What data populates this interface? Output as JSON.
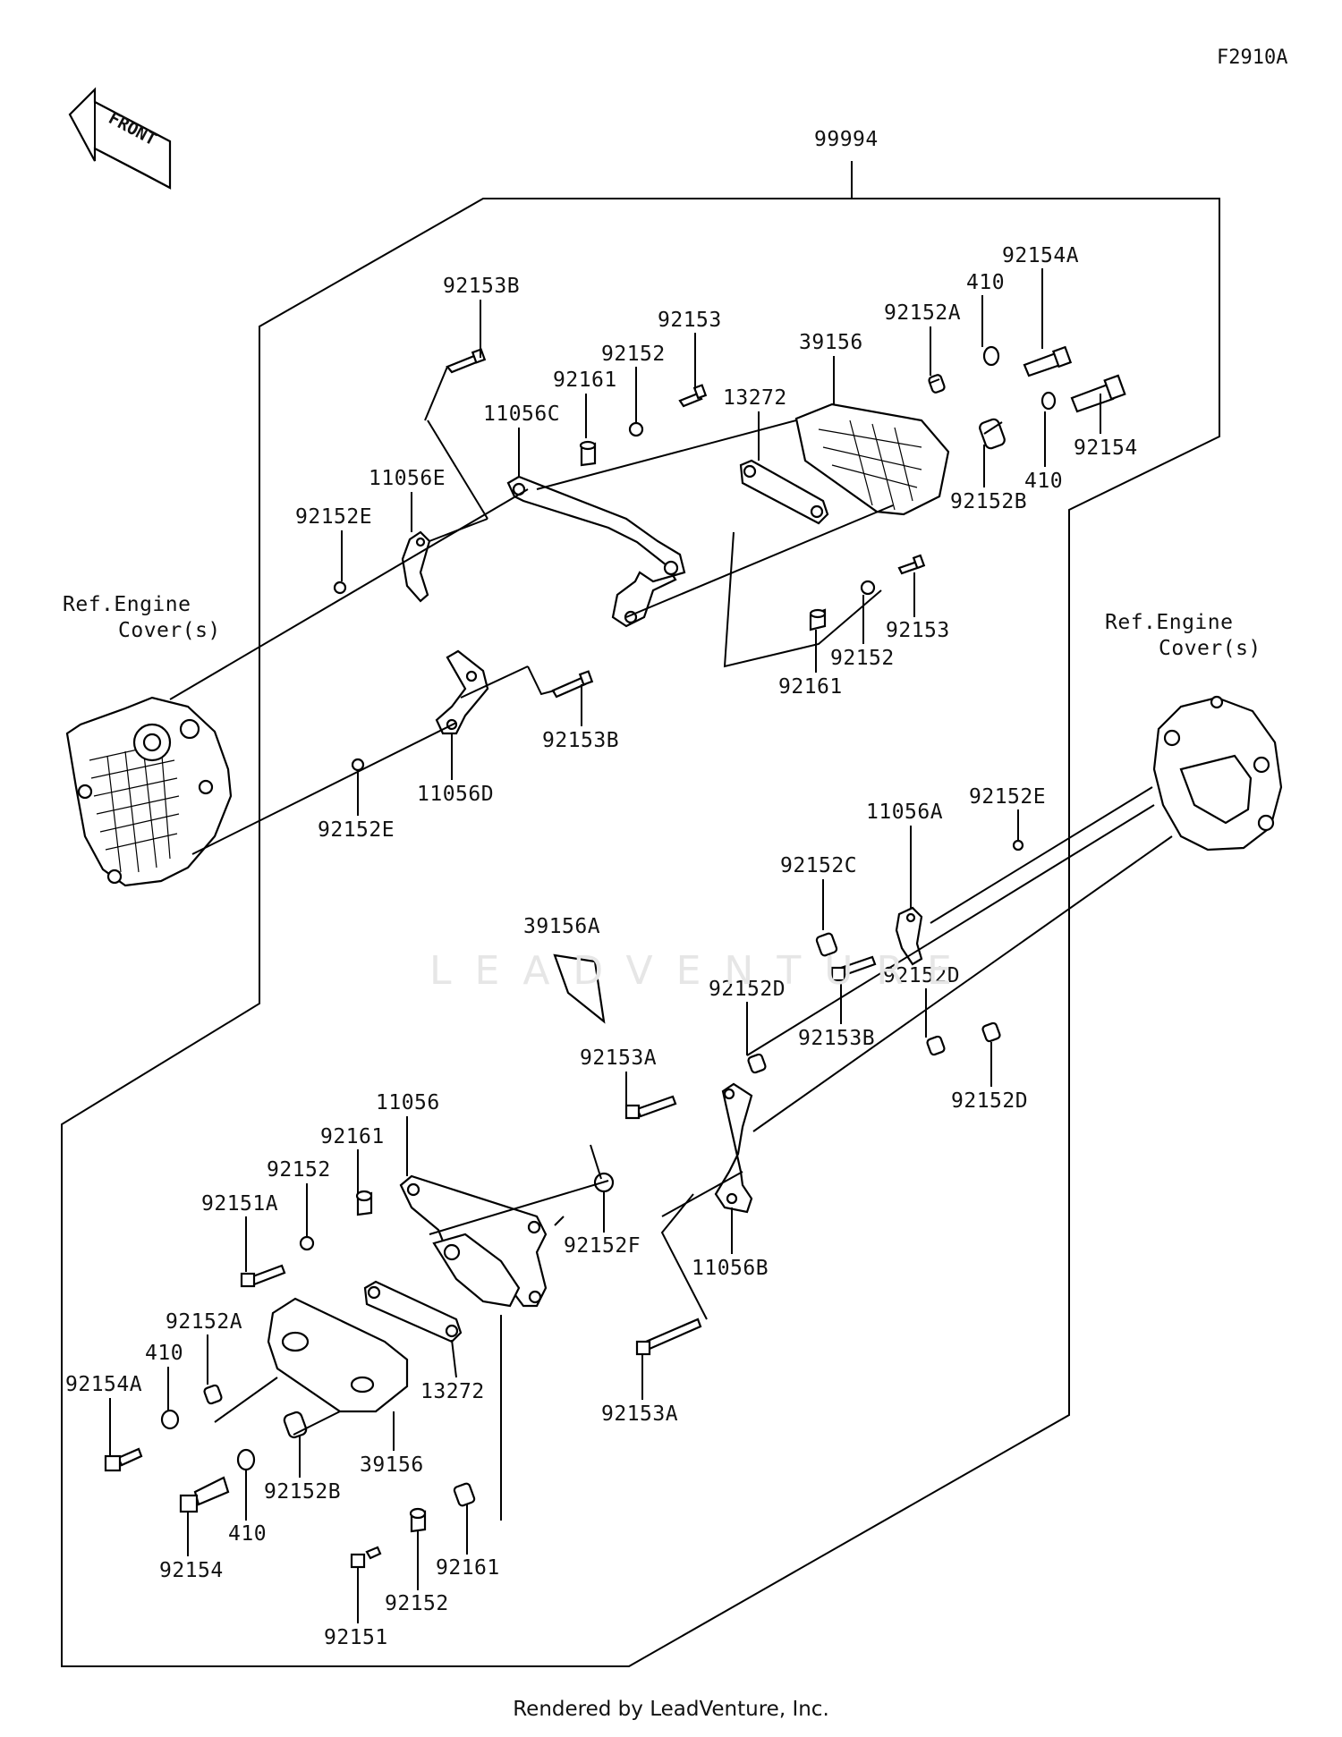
{
  "figure_code": "F2910A",
  "front_arrow_text": "FRONT",
  "watermark": "LEADVENTURE",
  "footer": "Rendered by LeadVenture, Inc.",
  "labels": {
    "assembly": "99994",
    "ref_engine_left_1": "Ref.Engine",
    "ref_engine_left_2": "Cover(s)",
    "ref_engine_right_1": "Ref.Engine",
    "ref_engine_right_2": "Cover(s)",
    "p92153B_top": "92153B",
    "p92153_top": "92153",
    "p92152_top": "92152",
    "p92161_top": "92161",
    "p11056C": "11056C",
    "p11056E": "11056E",
    "p92152E_top": "92152E",
    "p13272_top": "13272",
    "p39156_top": "39156",
    "p92152A_top": "92152A",
    "p410_top1": "410",
    "p92154A_top": "92154A",
    "p92154_top": "92154",
    "p410_top2": "410",
    "p92152B_top": "92152B",
    "p92153_mid": "92153",
    "p92152_mid": "92152",
    "p92161_mid": "92161",
    "p92153B_mid": "92153B",
    "p11056D": "11056D",
    "p92152E_mid": "92152E",
    "p11056A": "11056A",
    "p92152E_right": "92152E",
    "p92152C": "92152C",
    "p39156A": "39156A",
    "p92152D_1": "92152D",
    "p92152D_2": "92152D",
    "p92152D_3": "92152D",
    "p92153B_low": "92153B",
    "p92153A_1": "92153A",
    "p11056": "11056",
    "p92161_low": "92161",
    "p92152_low": "92152",
    "p92151A": "92151A",
    "p92152F": "92152F",
    "p11056B": "11056B",
    "p92152A_low": "92152A",
    "p410_low1": "410",
    "p92154A_low": "92154A",
    "p13272_low": "13272",
    "p92153A_2": "92153A",
    "p39156_low": "39156",
    "p92152B_low": "92152B",
    "p410_low2": "410",
    "p92154_low": "92154",
    "p92161_low2": "92161",
    "p92152_low2": "92152",
    "p92151": "92151"
  }
}
